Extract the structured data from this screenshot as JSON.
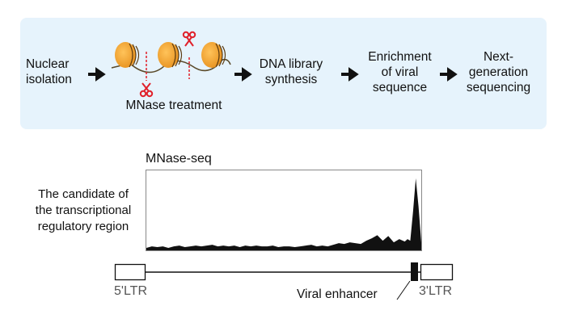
{
  "workflow": {
    "steps": [
      {
        "id": "nuclear-isolation",
        "lines": [
          "Nuclear",
          "isolation"
        ]
      },
      {
        "id": "mnase-treatment",
        "lines": [
          "MNase treatment"
        ]
      },
      {
        "id": "dna-library-synthesis",
        "lines": [
          "DNA library",
          "synthesis"
        ]
      },
      {
        "id": "enrichment",
        "lines": [
          "Enrichment",
          "of viral",
          "sequence"
        ]
      },
      {
        "id": "ngs",
        "lines": [
          "Next-",
          "generation",
          "sequencing"
        ]
      }
    ],
    "arrow_icon": "right-arrow-icon",
    "nucleosome_color": "#f0a532",
    "scissors_color": "#e0202a"
  },
  "profile": {
    "title": "MNase-seq",
    "side_label": [
      "The candidate of",
      "the transcriptional",
      "regulatory region"
    ]
  },
  "genome": {
    "ltr5_label": "5'LTR",
    "ltr3_label": "3'LTR",
    "enhancer_label": "Viral enhancer"
  },
  "chart_data": {
    "type": "area",
    "title": "MNase-seq",
    "xlabel": "",
    "ylabel": "",
    "ylim": [
      0,
      1
    ],
    "x": [
      0,
      0.02,
      0.04,
      0.06,
      0.08,
      0.1,
      0.12,
      0.14,
      0.16,
      0.18,
      0.2,
      0.22,
      0.24,
      0.26,
      0.28,
      0.3,
      0.32,
      0.34,
      0.36,
      0.38,
      0.4,
      0.42,
      0.44,
      0.46,
      0.48,
      0.5,
      0.52,
      0.54,
      0.56,
      0.58,
      0.6,
      0.62,
      0.64,
      0.66,
      0.68,
      0.7,
      0.72,
      0.74,
      0.76,
      0.78,
      0.8,
      0.82,
      0.84,
      0.86,
      0.88,
      0.9,
      0.92,
      0.94,
      0.95,
      0.96,
      0.97,
      0.98,
      0.99,
      1.0
    ],
    "values": [
      0.03,
      0.05,
      0.04,
      0.05,
      0.03,
      0.05,
      0.06,
      0.04,
      0.05,
      0.06,
      0.05,
      0.06,
      0.07,
      0.05,
      0.06,
      0.05,
      0.06,
      0.04,
      0.06,
      0.05,
      0.06,
      0.05,
      0.05,
      0.06,
      0.04,
      0.05,
      0.05,
      0.04,
      0.05,
      0.06,
      0.07,
      0.05,
      0.06,
      0.05,
      0.07,
      0.09,
      0.08,
      0.1,
      0.09,
      0.08,
      0.12,
      0.15,
      0.19,
      0.12,
      0.18,
      0.1,
      0.14,
      0.11,
      0.14,
      0.12,
      0.48,
      0.9,
      0.55,
      0.1
    ]
  }
}
